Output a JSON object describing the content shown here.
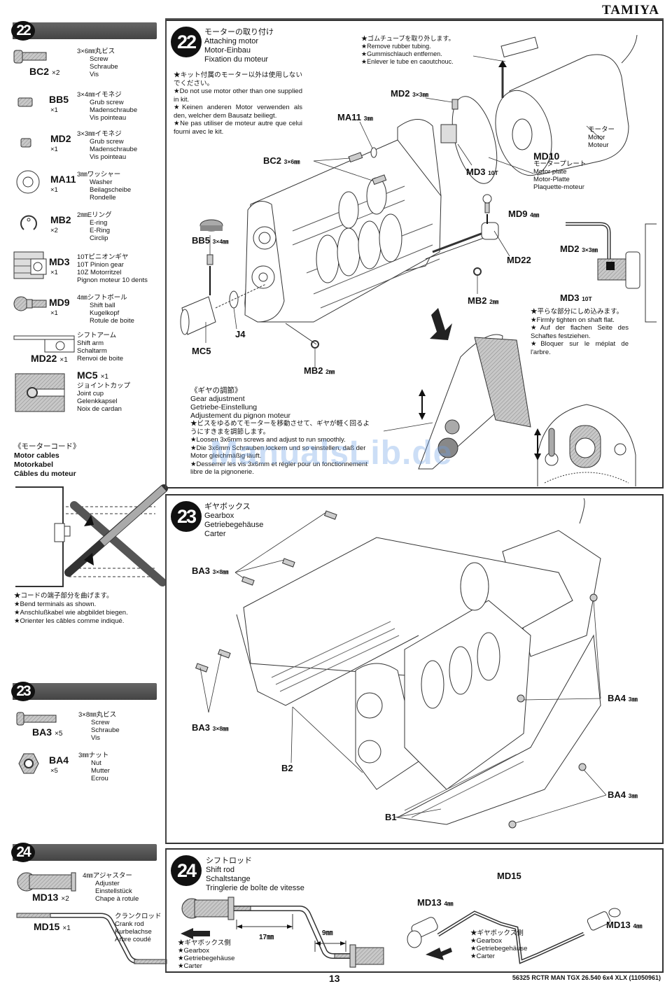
{
  "header": {
    "brand": "TAMIYA"
  },
  "sidebar": {
    "step22": {
      "number": "22",
      "parts": [
        {
          "code": "BC2",
          "qty": "×2",
          "ja": "3×6㎜丸ビス",
          "en": "Screw",
          "de": "Schraube",
          "fr": "Vis"
        },
        {
          "code": "BB5",
          "qty": "×1",
          "ja": "3×4㎜イモネジ",
          "en": "Grub screw",
          "de": "Madenschraube",
          "fr": "Vis pointeau"
        },
        {
          "code": "MD2",
          "qty": "×1",
          "ja": "3×3㎜イモネジ",
          "en": "Grub screw",
          "de": "Madenschraube",
          "fr": "Vis pointeau"
        },
        {
          "code": "MA11",
          "qty": "×1",
          "ja": "3㎜ワッシャー",
          "en": "Washer",
          "de": "Beilagscheibe",
          "fr": "Rondelle"
        },
        {
          "code": "MB2",
          "qty": "×2",
          "ja": "2㎜Eリング",
          "en": "E-ring",
          "de": "E-Ring",
          "fr": "Circlip"
        },
        {
          "code": "MD3",
          "qty": "×1",
          "ja": "10Tピニオンギヤ",
          "en": "10T Pinion gear",
          "de": "10Z Motorritzel",
          "fr": "Pignon moteur 10 dents"
        },
        {
          "code": "MD9",
          "qty": "×1",
          "ja": "4㎜シフトボール",
          "en": "Shift ball",
          "de": "Kugelkopf",
          "fr": "Rotule de boite"
        },
        {
          "code": "MD22",
          "qty": "×1",
          "ja": "シフトアーム",
          "en": "Shift arm",
          "de": "Schaltarm",
          "fr": "Renvoi de boite"
        },
        {
          "code": "MC5",
          "qty": "×1",
          "ja": "ジョイントカップ",
          "en": "Joint cup",
          "de": "Gelenkkapsel",
          "fr": "Noix de cardan"
        }
      ]
    },
    "motor_cables": {
      "ja": "《モーターコード》",
      "en": "Motor cables",
      "de": "Motorkabel",
      "fr": "Câbles du moteur",
      "notes": [
        "★コードの端子部分を曲げます。",
        "★Bend terminals as shown.",
        "★Anschlußkabel wie abgbildet biegen.",
        "★Orienter les câbles comme indiqué."
      ]
    },
    "step23": {
      "number": "23",
      "parts": [
        {
          "code": "BA3",
          "qty": "×5",
          "ja": "3×8㎜丸ビス",
          "en": "Screw",
          "de": "Schraube",
          "fr": "Vis"
        },
        {
          "code": "BA4",
          "qty": "×5",
          "ja": "3㎜ナット",
          "en": "Nut",
          "de": "Mutter",
          "fr": "Ecrou"
        }
      ]
    },
    "step24": {
      "number": "24",
      "parts": [
        {
          "code": "MD13",
          "qty": "×2",
          "ja": "4㎜アジャスター",
          "en": "Adjuster",
          "de": "Einstellstück",
          "fr": "Chape à rotule"
        },
        {
          "code": "MD15",
          "qty": "×1",
          "ja": "クランクロッド",
          "en": "Crank rod",
          "de": "Kurbelachse",
          "fr": "Arbre coudé"
        }
      ]
    }
  },
  "panel22": {
    "number": "22",
    "title": {
      "ja": "モーターの取り付け",
      "en": "Attaching motor",
      "de": "Motor-Einbau",
      "fr": "Fixation du moteur"
    },
    "warning": [
      "★キット付属のモーター以外は使用しないでください。",
      "★Do not use motor other than one supplied in kit.",
      "★Keinen anderen Motor verwenden als den, welcher dem Bausatz beiliegt.",
      "★Ne pas utiliser de moteur autre que celui fourni avec le kit."
    ],
    "tube_note": [
      "★ゴムチューブを取り外します。",
      "★Remove rubber tubing.",
      "★Gummischlauch entfernen.",
      "★Enlever le tube en caoutchouc."
    ],
    "motor_label": {
      "ja": "モーター",
      "en": "Motor",
      "fr": "Moteur"
    },
    "md10_label": {
      "code": "MD10",
      "ja": "モータープレート",
      "en": "Motor plate",
      "de": "Motor-Platte",
      "fr": "Plaquette-moteur"
    },
    "labels": {
      "md2": "MD2",
      "md2_size": "3×3㎜",
      "ma11": "MA11",
      "ma11_size": "3㎜",
      "bc2": "BC2",
      "bc2_size": "3×6㎜",
      "md3": "MD3",
      "md3_size": "10T",
      "md9": "MD9",
      "md9_size": "4㎜",
      "md22": "MD22",
      "bb5": "BB5",
      "bb5_size": "3×4㎜",
      "mb2a": "MB2",
      "mb2a_size": "2㎜",
      "mb2b": "MB2",
      "mb2b_size": "2㎜",
      "mc5": "MC5",
      "j4": "J4"
    },
    "detail": {
      "md2": "MD2",
      "md2_size": "3×3㎜",
      "md3": "MD3",
      "md3_size": "10T",
      "notes": [
        "★平らな部分にしめ込みます。",
        "★Firmly tighten on shaft flat.",
        "★Auf der flachen Seite des Schaftes festziehen.",
        "★Bloquer sur le méplat de l'arbre."
      ]
    },
    "gear_adjust": {
      "ja": "《ギヤの調節》",
      "en": "Gear adjustment",
      "de": "Getriebe-Einstellung",
      "fr": "Adjustement du pignon moteur",
      "notes": [
        "★ビスをゆるめてモーターを移動させて、ギヤが軽く回るようにすきまを調節します。",
        "★Loosen 3x6mm screws and adjust to run smoothly.",
        "★Die 3x6mm Schrauben lockern und so einstellen, daß der Motor gleichmäßig läuft.",
        "★Desserrer les vis 3x6mm et régler pour un fonctionnement libre de la pignonerie."
      ]
    },
    "watermark": "ManualsLib.de"
  },
  "panel23": {
    "number": "23",
    "title": {
      "ja": "ギヤボックス",
      "en": "Gearbox",
      "de": "Getriebegehäuse",
      "fr": "Carter"
    },
    "labels": {
      "ba3a": "BA3",
      "ba3a_size": "3×8㎜",
      "ba3b": "BA3",
      "ba3b_size": "3×8㎜",
      "ba4a": "BA4",
      "ba4a_size": "3㎜",
      "ba4b": "BA4",
      "ba4b_size": "3㎜",
      "b1": "B1",
      "b2": "B2"
    }
  },
  "panel24": {
    "number": "24",
    "title": {
      "ja": "シフトロッド",
      "en": "Shift rod",
      "de": "Schaltstange",
      "fr": "Tringlerie de boîte de vitesse"
    },
    "dim1": "17㎜",
    "dim2": "9㎜",
    "gearbox_side": [
      "★ギヤボックス側",
      "★Gearbox",
      "★Getriebegehäuse",
      "★Carter"
    ],
    "gearbox_side2": [
      "★ギヤボックス側",
      "★Gearbox",
      "★Getriebegehäuse",
      "★Carter"
    ],
    "labels": {
      "md15": "MD15",
      "md13a": "MD13",
      "md13a_size": "4㎜",
      "md13b": "MD13",
      "md13b_size": "4㎜"
    }
  },
  "footer": {
    "page": "13",
    "code": "56325 RCTR MAN TGX 26.540 6x4 XLX (11050961)"
  }
}
